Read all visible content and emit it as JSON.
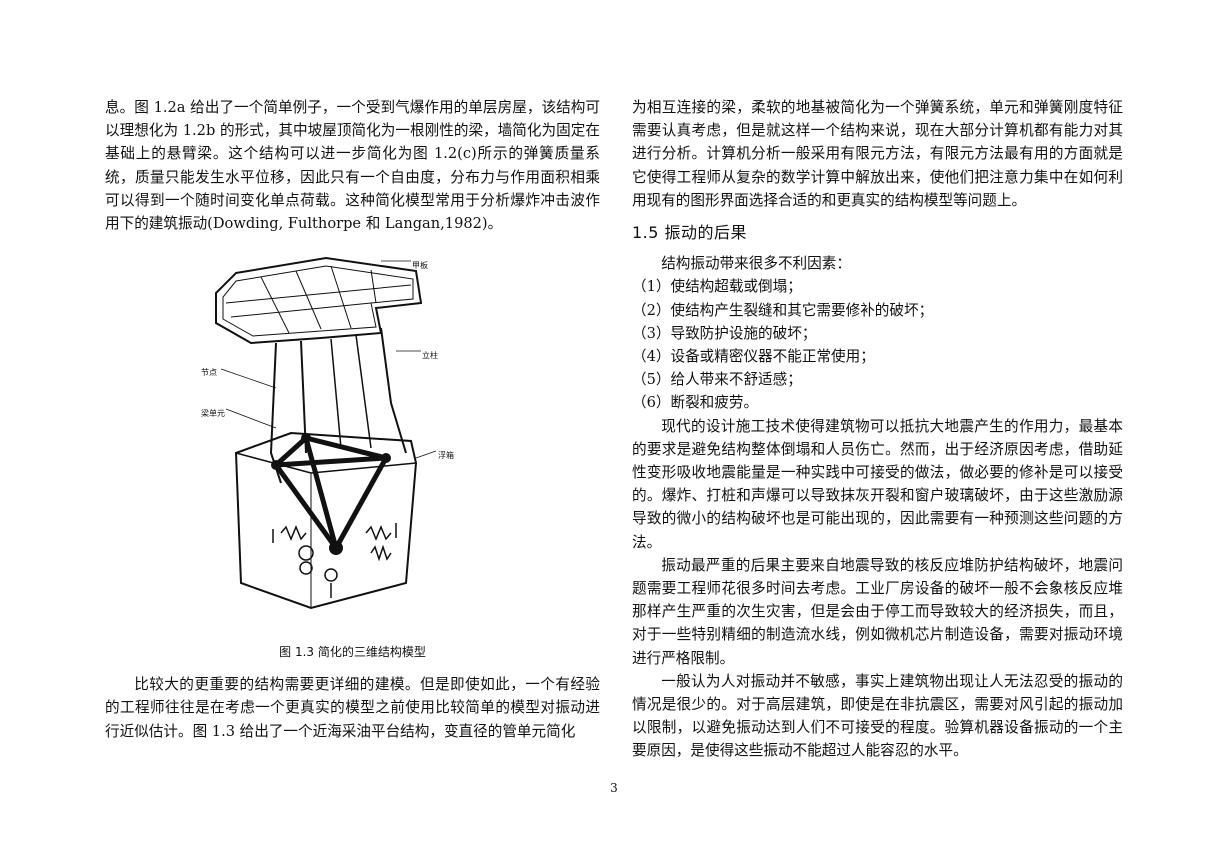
{
  "left": {
    "p1": "息。图 1.2a 给出了一个简单例子，一个受到气爆作用的单层房屋，该结构可以理想化为 1.2b 的形式，其中坡屋顶简化为一根刚性的梁，墙简化为固定在基础上的悬臂梁。这个结构可以进一步简化为图 1.2(c)所示的弹簧质量系统，质量只能发生水平位移，因此只有一个自由度，分布力与作用面积相乘可以得到一个随时间变化单点荷载。这种简化模型常用于分析爆炸冲击波作用下的建筑振动(Dowding, Fulthorpe 和 Langan,1982)。",
    "figure": {
      "caption": "图 1.3 简化的三维结构模型",
      "labels": {
        "deck": "甲板",
        "column": "立柱",
        "node": "节点",
        "beam": "梁单元",
        "pontoon": "浮箱"
      }
    },
    "p2": "比较大的更重要的结构需要更详细的建模。但是即使如此，一个有经验的工程师往往是在考虑一个更真实的模型之前使用比较简单的模型对振动进行近似估计。图 1.3 给出了一个近海采油平台结构，变直径的管单元简化"
  },
  "right": {
    "p1": "为相互连接的梁，柔软的地基被简化为一个弹簧系统，单元和弹簧刚度特征需要认真考虑，但是就这样一个结构来说，现在大部分计算机都有能力对其进行分析。计算机分析一般采用有限元方法，有限元方法最有用的方面就是它使得工程师从复杂的数学计算中解放出来，使他们把注意力集中在如何利用现有的图形界面选择合适的和更真实的结构模型等问题上。",
    "heading": "1.5 振动的后果",
    "intro": "结构振动带来很多不利因素：",
    "items": [
      "（1）使结构超载或倒塌；",
      "（2）使结构产生裂缝和其它需要修补的破坏；",
      "（3）导致防护设施的破坏；",
      "（4）设备或精密仪器不能正常使用；",
      "（5）给人带来不舒适感；",
      "（6）断裂和疲劳。"
    ],
    "p2": "现代的设计施工技术使得建筑物可以抵抗大地震产生的作用力，最基本的要求是避免结构整体倒塌和人员伤亡。然而，出于经济原因考虑，借助延性变形吸收地震能量是一种实践中可接受的做法，做必要的修补是可以接受的。爆炸、打桩和声爆可以导致抹灰开裂和窗户玻璃破坏，由于这些激励源导致的微小的结构破坏也是可能出现的，因此需要有一种预测这些问题的方法。",
    "p3": "振动最严重的后果主要来自地震导致的核反应堆防护结构破坏，地震问题需要工程师花很多时间去考虑。工业厂房设备的破坏一般不会象核反应堆那样产生严重的次生灾害，但是会由于停工而导致较大的经济损失，而且，对于一些特别精细的制造流水线，例如微机芯片制造设备，需要对振动环境进行严格限制。",
    "p4": "一般认为人对振动并不敏感，事实上建筑物出现让人无法忍受的振动的情况是很少的。对于高层建筑，即使是在非抗震区，需要对风引起的振动加以限制，以避免振动达到人们不可接受的程度。验算机器设备振动的一个主要原因，是使得这些振动不能超过人能容忍的水平。"
  },
  "page_number": "3"
}
